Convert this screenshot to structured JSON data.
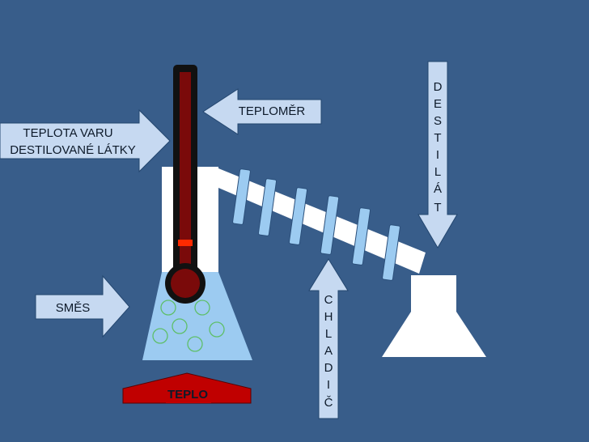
{
  "labels": {
    "teplomer": "TEPLOMĚR",
    "teplota_line1": "TEPLOTA VARU",
    "teplota_line2": "DESTILOVANÉ LÁTKY",
    "smes": "SMĚS",
    "teplo": "TEPLO"
  },
  "vertical_labels": {
    "destilat": [
      "D",
      "E",
      "S",
      "T",
      "I",
      "L",
      "Á",
      "T"
    ],
    "chladic": [
      "C",
      "H",
      "L",
      "A",
      "D",
      "I",
      "Č"
    ]
  },
  "colors": {
    "background": "#385d8a",
    "arrow_fill": "#c6d9f1",
    "liquid": "#9ccbf1",
    "glass": "#ffffff",
    "thermometer_fluid": "#7a0a0a",
    "heat_arrow": "#c00000",
    "condenser_fin": "#9ccbf1"
  }
}
